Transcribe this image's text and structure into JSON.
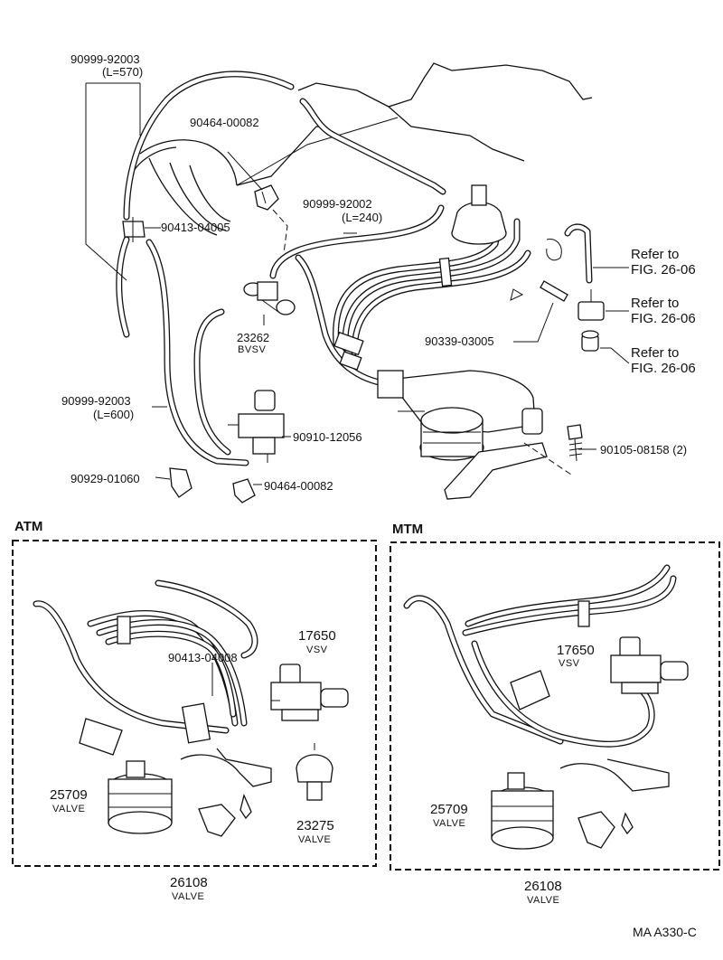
{
  "labels": {
    "hose_570_part": "90999-92003",
    "hose_570_len": "(L=570)",
    "clamp_top": "90464-00082",
    "hose_240_part": "90999-92002",
    "hose_240_len": "(L=240)",
    "joint_top": "90413-04005",
    "bvsv_part": "23262",
    "bvsv_name": "BVSV",
    "hose_600_part": "90999-92003",
    "hose_600_len": "(L=600)",
    "vsv_part": "90910-12056",
    "clamp_left": "90929-01060",
    "clamp_bottom": "90464-00082",
    "filter_part": "90339-03005",
    "bolt_part": "90105-08158 (2)",
    "ref1_a": "Refer to",
    "ref1_b": "FIG. 26-06",
    "ref2_a": "Refer to",
    "ref2_b": "FIG. 26-06",
    "ref3_a": "Refer to",
    "ref3_b": "FIG. 26-06",
    "atm_title": "ATM",
    "atm_joint": "90413-04008",
    "atm_vsv_part": "17650",
    "atm_vsv_name": "VSV",
    "atm_valve_part": "25709",
    "atm_valve_name": "VALVE",
    "atm_valve2_part": "23275",
    "atm_valve2_name": "VALVE",
    "atm_assy_part": "26108",
    "atm_assy_name": "VALVE",
    "mtm_title": "MTM",
    "mtm_vsv_part": "17650",
    "mtm_vsv_name": "VSV",
    "mtm_valve_part": "25709",
    "mtm_valve_name": "VALVE",
    "mtm_assy_part": "26108",
    "mtm_assy_name": "VALVE",
    "figure_code": "MA  A330-C"
  }
}
